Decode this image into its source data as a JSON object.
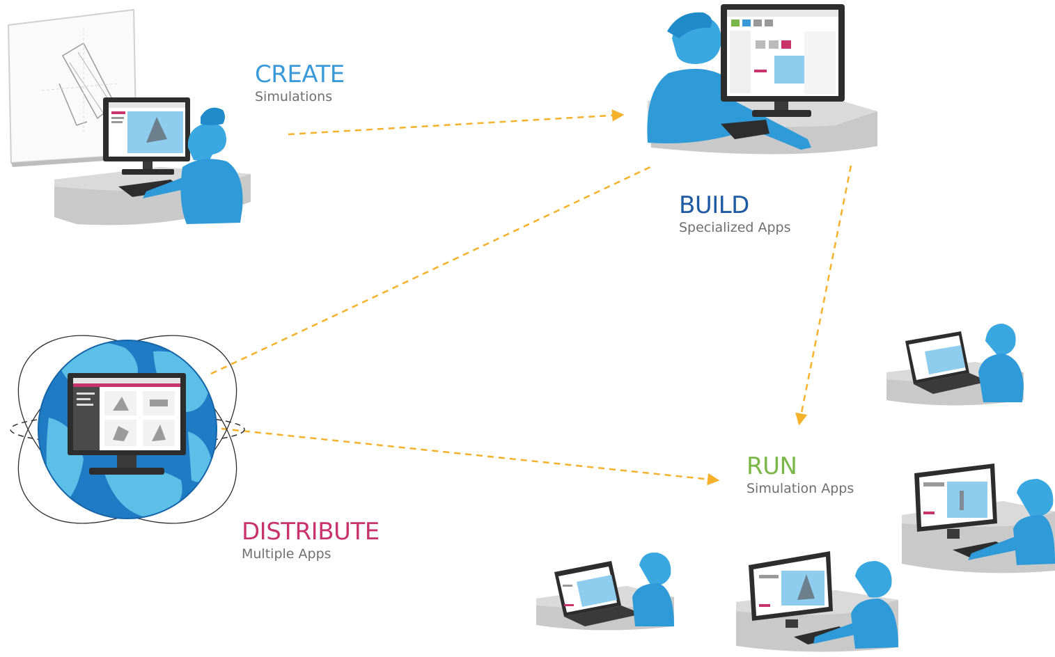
{
  "colors": {
    "create": "#3a9ad9",
    "build": "#1d5aa3",
    "run": "#7ab648",
    "distribute": "#c8336b",
    "arrow": "#f5b12a",
    "person": "#39a8e0",
    "desk": "#c4c4c4",
    "monitor": "#2d2d2d",
    "globe_ocean": "#1f7cc4",
    "globe_land": "#5bbfe8"
  },
  "stages": {
    "create": {
      "title": "CREATE",
      "subtitle": "Simulations"
    },
    "build": {
      "title": "BUILD",
      "subtitle": "Specialized Apps"
    },
    "run": {
      "title": "RUN",
      "subtitle": "Simulation Apps"
    },
    "distribute": {
      "title": "DISTRIBUTE",
      "subtitle": "Multiple Apps"
    }
  },
  "icons": [
    "whiteboard-icon",
    "desktop-workstation-icon",
    "globe-icon",
    "laptop-workstation-icon",
    "dashed-arrow-icon"
  ]
}
